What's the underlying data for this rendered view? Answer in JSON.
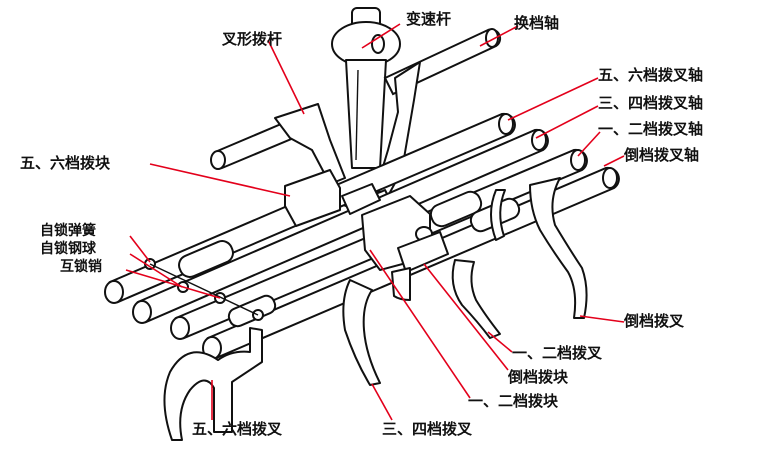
{
  "labels": {
    "biansu_gan": "变速杆",
    "huandang_zhou": "换档轴",
    "chaxing_bogan": "叉形拨杆",
    "wuliu_bochazhou": "五、六档拨叉轴",
    "sansi_bochazhou": "三、四档拨叉轴",
    "yier_bochazhou": "一、二档拨叉轴",
    "daodang_bochazhou": "倒档拨叉轴",
    "wuliu_bokuai": "五、六档拨块",
    "zisuo_tanhuang": "自锁弹簧",
    "zisuo_gangqiu": "自锁钢球",
    "husuo_xiao": "互锁销",
    "daodang_bocha": "倒档拨叉",
    "yier_bocha": "一、二档拨叉",
    "daodang_bokuai": "倒档拨块",
    "yier_bokuai": "一、二档拨块",
    "wuliu_bocha": "五、六档拨叉",
    "sansi_bocha": "三、四档拨叉"
  },
  "colors": {
    "leader_line": "#e3001b",
    "outline": "#111111",
    "background": "#ffffff"
  }
}
